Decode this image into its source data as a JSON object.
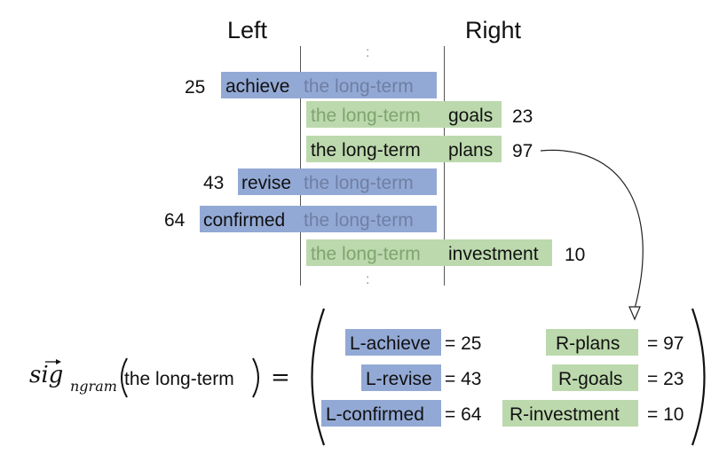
{
  "headers": {
    "left": "Left",
    "right": "Right"
  },
  "center_phrase": "the long-term",
  "ellipsis": ":",
  "rows": [
    {
      "side": "left",
      "count": "25",
      "word": "achieve"
    },
    {
      "side": "right",
      "count": "23",
      "word": "goals"
    },
    {
      "side": "right",
      "count": "97",
      "word": "plans",
      "highlighted": true
    },
    {
      "side": "left",
      "count": "43",
      "word": "revise"
    },
    {
      "side": "left",
      "count": "64",
      "word": "confirmed"
    },
    {
      "side": "right",
      "count": "10",
      "word": "investment"
    }
  ],
  "equation": {
    "sig": "sig",
    "subscript": "ngram",
    "argument": "the long-term",
    "equals": "=",
    "left_features": [
      {
        "label": "L-achieve",
        "value": "= 25"
      },
      {
        "label": "L-revise",
        "value": "= 43"
      },
      {
        "label": "L-confirmed",
        "value": "= 64"
      }
    ],
    "right_features": [
      {
        "label": "R-plans",
        "value": "= 97"
      },
      {
        "label": "R-goals",
        "value": "= 23"
      },
      {
        "label": "R-investment",
        "value": "= 10"
      }
    ]
  },
  "colors": {
    "left_box": "#93a9d5",
    "right_box": "#bcd9ad"
  }
}
